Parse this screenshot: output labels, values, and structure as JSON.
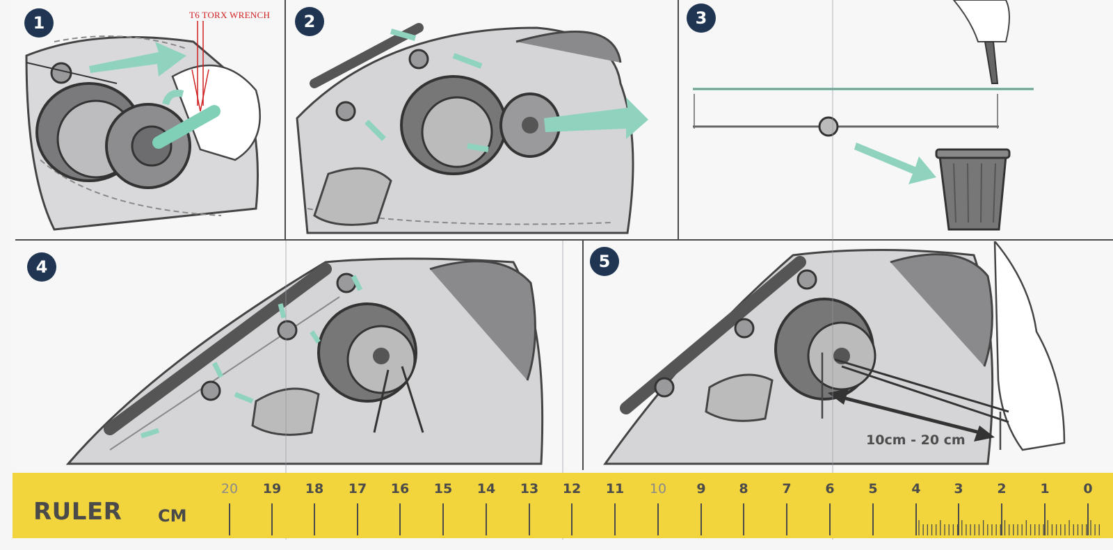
{
  "steps": [
    {
      "number": "1",
      "annotation": "T6 TORX WRENCH"
    },
    {
      "number": "2"
    },
    {
      "number": "3"
    },
    {
      "number": "4"
    },
    {
      "number": "5",
      "measurement": "10cm - 20 cm"
    }
  ],
  "ruler": {
    "title": "RULER",
    "unit": "CM",
    "labels": [
      "20",
      "19",
      "18",
      "17",
      "16",
      "15",
      "14",
      "13",
      "12",
      "11",
      "10",
      "9",
      "8",
      "7",
      "6",
      "5",
      "4",
      "3",
      "2",
      "1",
      "0"
    ]
  },
  "colors": {
    "badge": "#1f3552",
    "arrow": "#8fd3bf",
    "ruler": "#f2d43d",
    "annotation": "#d02020"
  }
}
